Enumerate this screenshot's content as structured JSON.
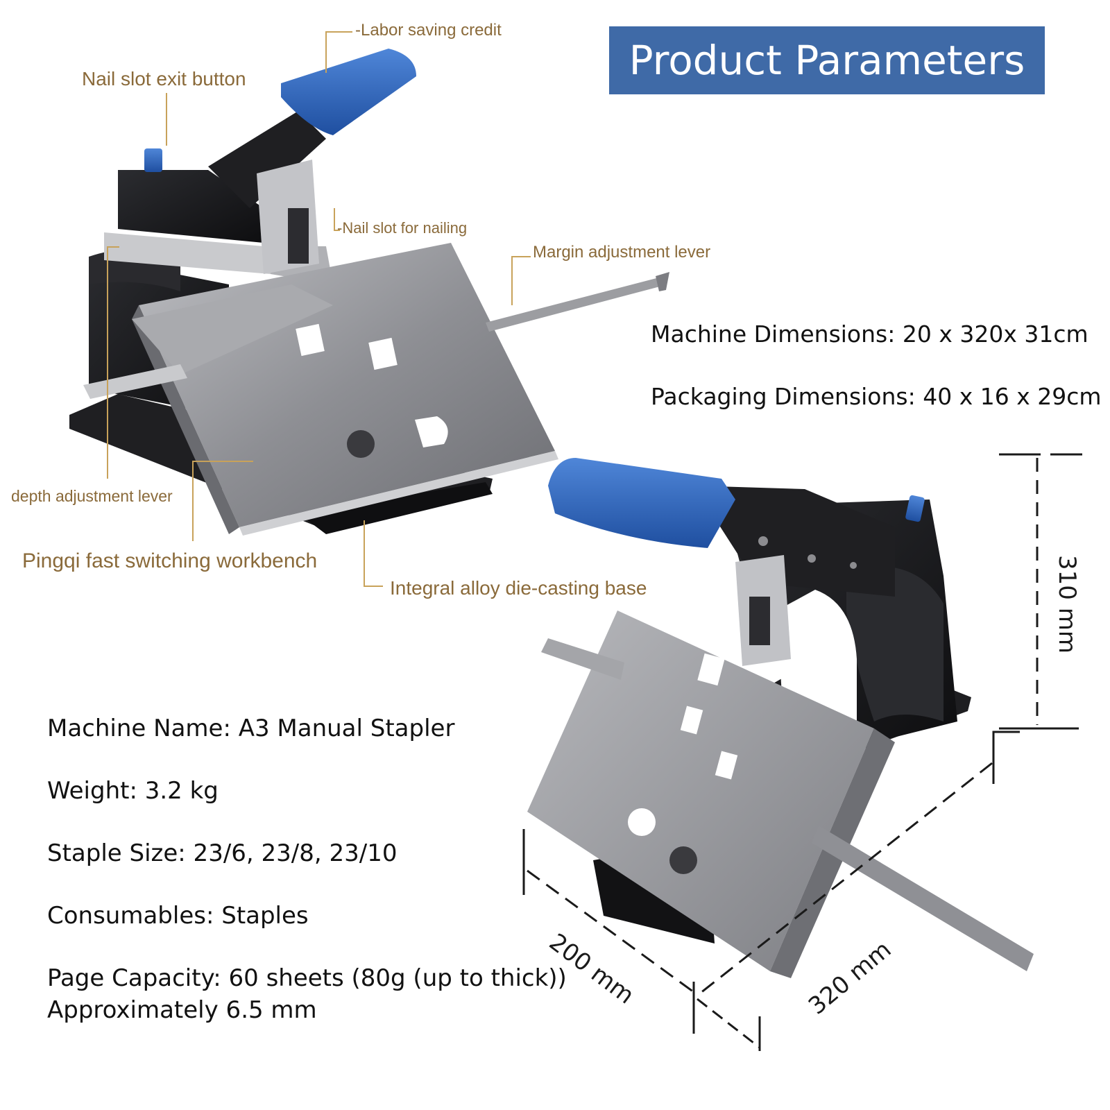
{
  "title": "Product Parameters",
  "callouts": {
    "labor_saving": "-Labor saving credit",
    "nail_exit": "Nail slot exit button",
    "nail_slot": "-Nail slot for nailing",
    "margin": "Margin adjustment lever",
    "depth": "depth adjustment lever",
    "workbench": "Pingqi fast switching workbench",
    "base": "Integral alloy die-casting base"
  },
  "specs": {
    "machine_dimensions": "Machine Dimensions: 20 x 320x 31cm",
    "packaging_dimensions": "Packaging Dimensions: 40 x 16 x 29cm",
    "machine_name": "Machine Name: A3 Manual Stapler",
    "weight": "Weight: 3.2 kg",
    "staple_size": "Staple Size: 23/6, 23/8, 23/10",
    "consumables": "Consumables: Staples",
    "page_capacity_line1": "Page Capacity: 60 sheets (80g (up to thick))",
    "page_capacity_line2": "Approximately 6.5 mm"
  },
  "dimensions": {
    "height": "310 mm",
    "depth": "200 mm",
    "width": "320 mm"
  },
  "colors": {
    "banner": "#3f6aa7",
    "handle_blue": "#2f62b8",
    "body_black": "#1d1d20",
    "steel": "#9a9ba0",
    "callout_text": "#8a6a3a"
  }
}
